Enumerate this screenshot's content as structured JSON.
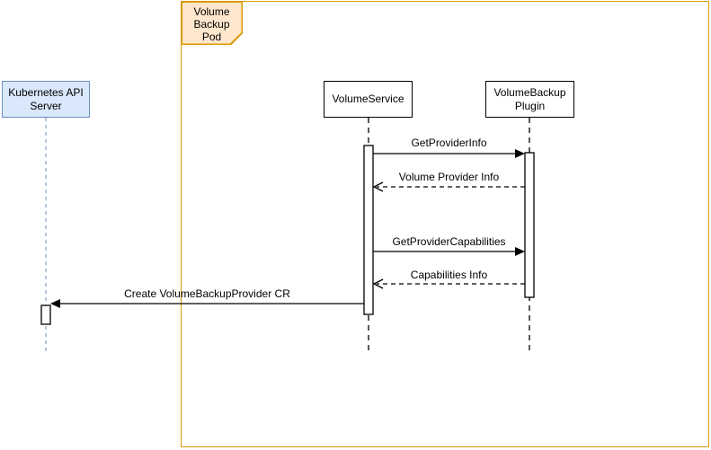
{
  "diagram": {
    "type": "uml-sequence-diagram",
    "frame": {
      "label": "Volume Backup Pod"
    },
    "participants": [
      {
        "id": "kubernetes-api-server",
        "label": "Kubernetes API Server"
      },
      {
        "id": "volume-service",
        "label": "VolumeService"
      },
      {
        "id": "volume-backup-plugin",
        "label": "VolumeBackup Plugin"
      }
    ],
    "messages": [
      {
        "label": "GetProviderInfo",
        "from": "VolumeService",
        "to": "VolumeBackup Plugin",
        "line": "solid",
        "arrowhead": "filled"
      },
      {
        "label": "Volume Provider Info",
        "from": "VolumeBackup Plugin",
        "to": "VolumeService",
        "line": "dashed",
        "arrowhead": "open"
      },
      {
        "label": "GetProviderCapabilities",
        "from": "VolumeService",
        "to": "VolumeBackup Plugin",
        "line": "solid",
        "arrowhead": "filled"
      },
      {
        "label": "Capabilities Info",
        "from": "VolumeBackup Plugin",
        "to": "VolumeService",
        "line": "dashed",
        "arrowhead": "open"
      },
      {
        "label": "Create VolumeBackupProvider CR",
        "from": "VolumeService",
        "to": "Kubernetes API Server",
        "line": "solid",
        "arrowhead": "filled"
      }
    ],
    "colors": {
      "frame_border": "#d79b00",
      "frame_fill": "#ffe6cc",
      "api_server_fill": "#dae8fc",
      "api_server_border": "#6c8ebf",
      "box_fill": "#ffffff",
      "box_border": "#000000",
      "line": "#000000",
      "background": "#ffffff"
    }
  }
}
